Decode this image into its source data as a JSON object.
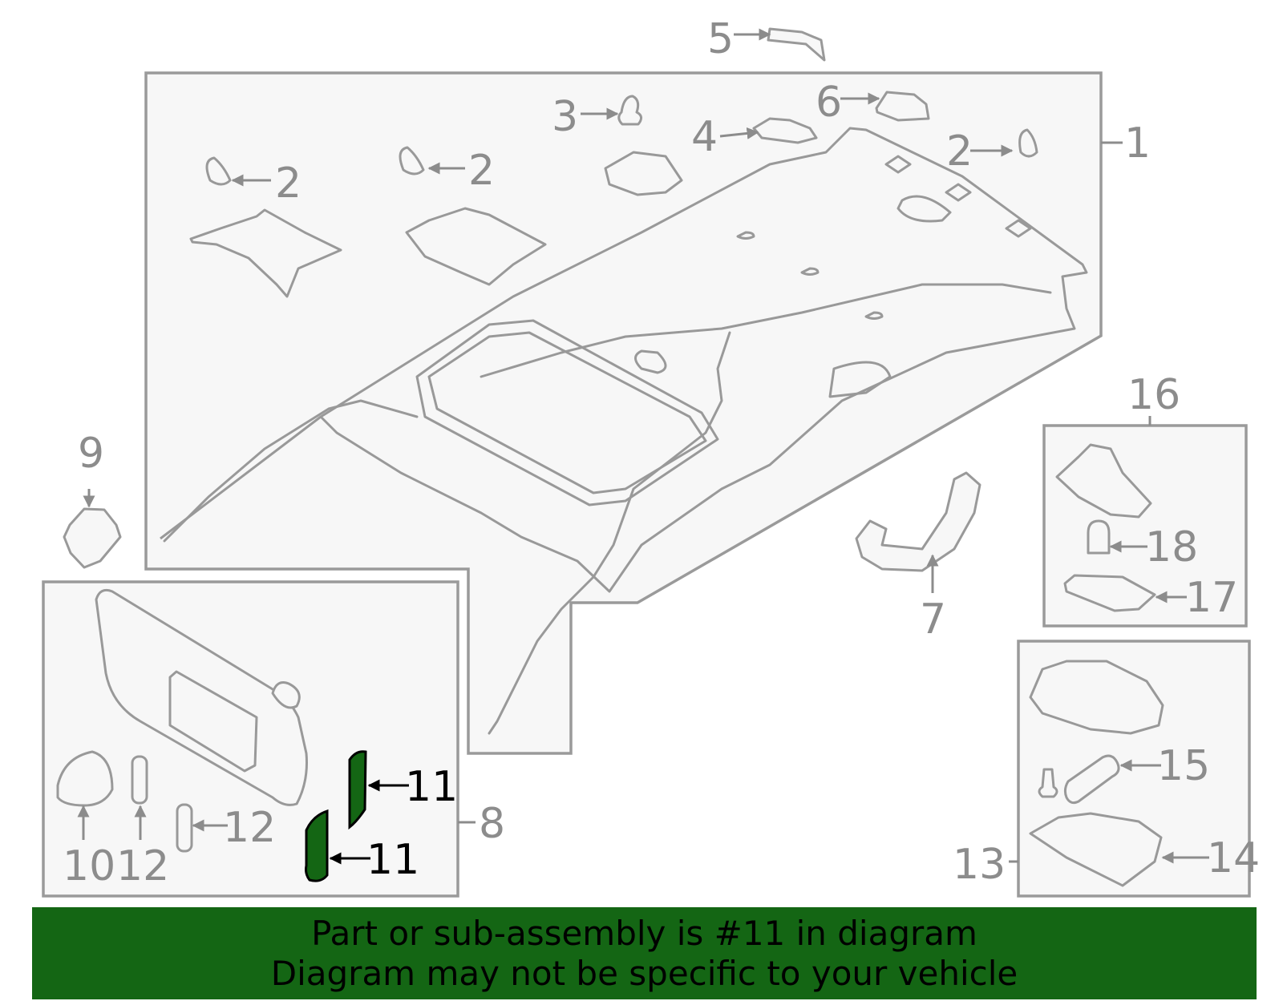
{
  "colors": {
    "highlight_part": "#146614",
    "banner_bg": "#146614",
    "line_gray": "#999999",
    "panel_fill": "#f7f7f7"
  },
  "callouts": {
    "c1": "1",
    "c2a": "2",
    "c2b": "2",
    "c2c": "2",
    "c3": "3",
    "c4": "4",
    "c5": "5",
    "c6": "6",
    "c7": "7",
    "c8": "8",
    "c9": "9",
    "c10": "10",
    "c11a": "11",
    "c11b": "11",
    "c12a": "12",
    "c12b": "12",
    "c13": "13",
    "c14": "14",
    "c15": "15",
    "c16": "16",
    "c17": "17",
    "c18": "18"
  },
  "banner": {
    "line1": "Part or sub-assembly is #11 in diagram",
    "line2": "Diagram may not be specific to your vehicle"
  }
}
